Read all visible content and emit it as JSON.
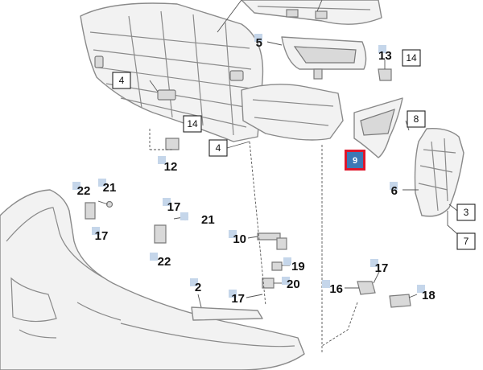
{
  "colors": {
    "background": "#ffffff",
    "part_fill": "#f2f2f2",
    "part_stroke": "#8a8a8a",
    "leader": "#555555",
    "tab": "#c5d6ea",
    "highlight_fill": "#3d78b5",
    "highlight_border": "#e0162b",
    "label_text": "#111111"
  },
  "callouts": {
    "c5": "5",
    "c13": "13",
    "c14a": "14",
    "c4a": "4",
    "c14b": "14",
    "c8": "8",
    "c4b": "4",
    "c9": "9",
    "c12": "12",
    "c6": "6",
    "c3": "3",
    "c22a": "22",
    "c21a": "21",
    "c17a": "17",
    "c17b": "17",
    "c21b": "21",
    "c7": "7",
    "c10": "10",
    "c22b": "22",
    "c19": "19",
    "c17c": "17",
    "c20": "20",
    "c2": "2",
    "c16": "16",
    "c17d": "17",
    "c18": "18"
  }
}
